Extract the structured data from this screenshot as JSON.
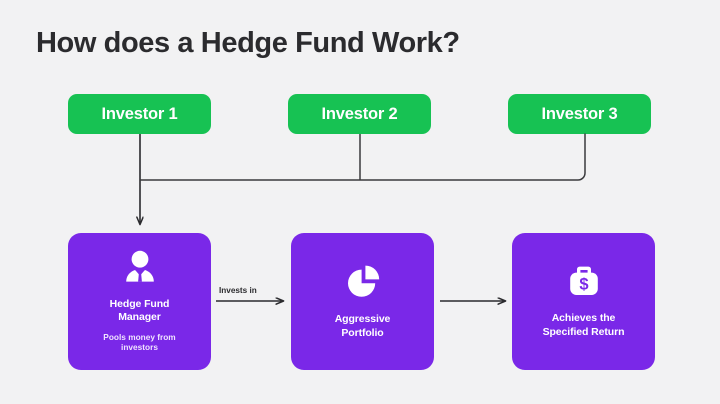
{
  "diagram": {
    "title": "How does a Hedge Fund Work?",
    "background_color": "#f2f2f3",
    "investor_color": "#17c253",
    "stage_color": "#7a28e8",
    "connector_color": "#2b2b2e"
  },
  "investors": [
    {
      "label": "Investor 1",
      "icon": "investor-node"
    },
    {
      "label": "Investor 2",
      "icon": "investor-node"
    },
    {
      "label": "Investor 3",
      "icon": "investor-node"
    }
  ],
  "stages": [
    {
      "title": "Hedge Fund\nManager",
      "title_line1": "Hedge Fund",
      "title_line2": "Manager",
      "subtitle_line1": "Pools money from",
      "subtitle_line2": "investors",
      "icon": "businessperson-icon"
    },
    {
      "title_line1": "Aggressive",
      "title_line2": "Portfolio",
      "subtitle_line1": "",
      "subtitle_line2": "",
      "icon": "pie-chart-icon"
    },
    {
      "title_line1": "Achieves the",
      "title_line2": "Specified Return",
      "subtitle_line1": "",
      "subtitle_line2": "",
      "icon": "briefcase-dollar-icon"
    }
  ],
  "edges": [
    {
      "label": "Invests in",
      "from": "Hedge Fund Manager",
      "to": "Aggressive Portfolio"
    },
    {
      "label": "",
      "from": "Aggressive Portfolio",
      "to": "Achieves the Specified Return"
    }
  ]
}
